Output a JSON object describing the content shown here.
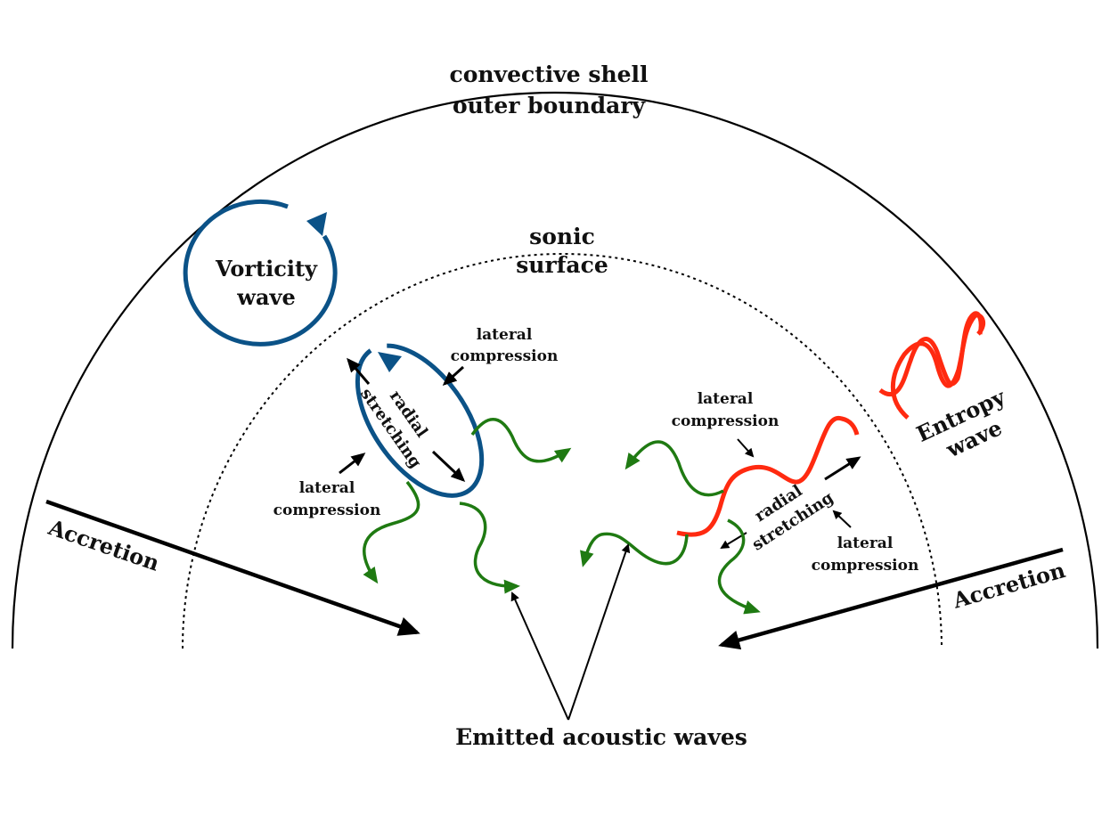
{
  "colors": {
    "vorticity": "#0b5287",
    "entropy": "#ff2a10",
    "acoustic": "#1f7a12",
    "ink": "#000000"
  },
  "labels": {
    "outer_boundary_line1": "convective shell",
    "outer_boundary_line2": "outer boundary",
    "sonic_line1": "sonic",
    "sonic_line2": "surface",
    "vorticity_line1": "Vorticity",
    "vorticity_line2": "wave",
    "entropy_line1": "Entropy",
    "entropy_line2": "wave",
    "accretion_left": "Accretion",
    "accretion_right": "Accretion",
    "emitted": "Emitted acoustic waves",
    "lateral": "lateral",
    "compression": "compression",
    "radial": "radial",
    "stretching": "stretching"
  }
}
